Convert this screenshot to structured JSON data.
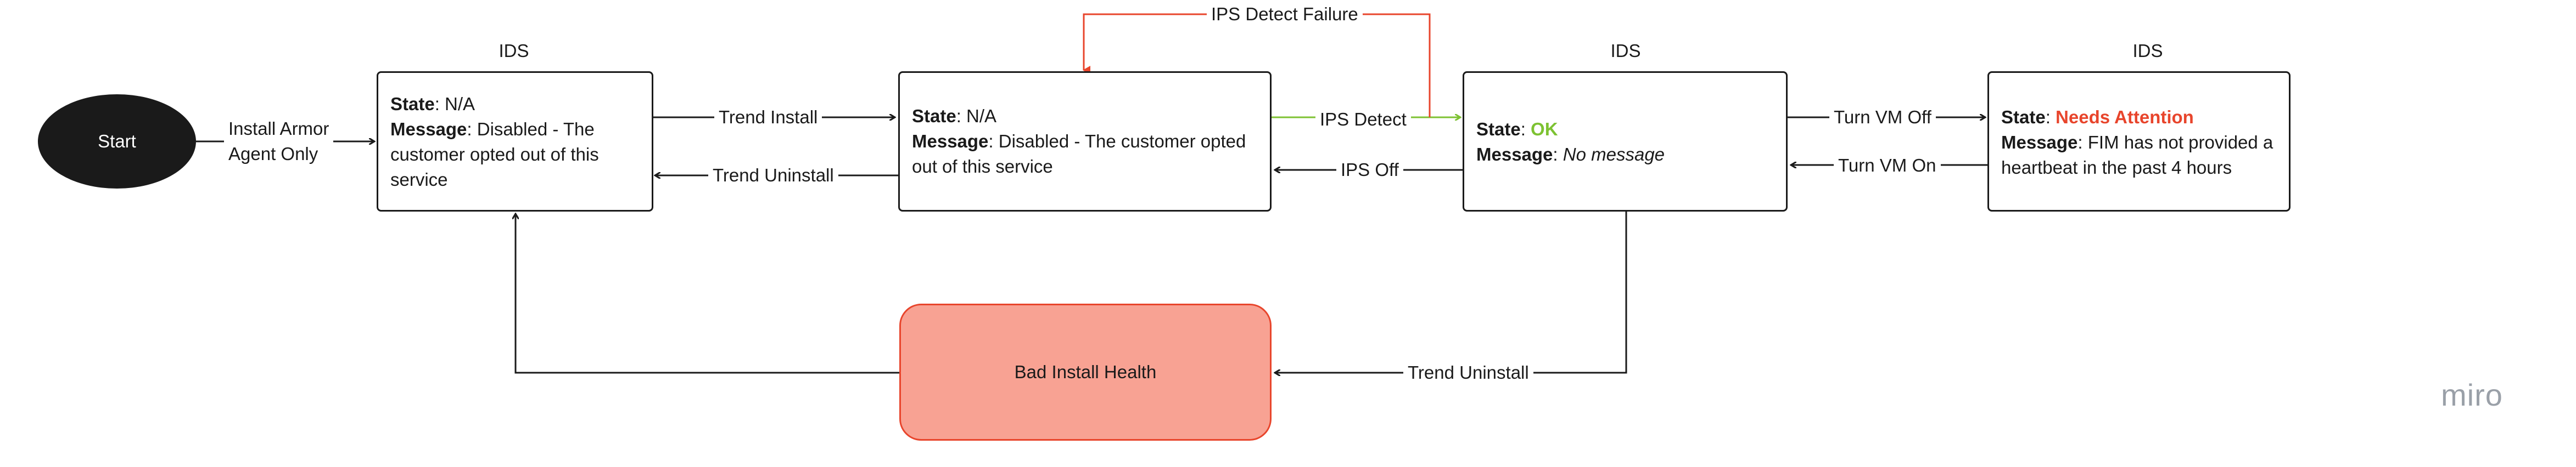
{
  "start": {
    "label": "Start"
  },
  "nodes": {
    "n1": {
      "title": "IDS",
      "state_key": "State",
      "state_value": "N/A",
      "message_key": "Message",
      "message_value": "Disabled - The customer opted out of this service"
    },
    "n2": {
      "title": "",
      "state_key": "State",
      "state_value": "N/A",
      "message_key": "Message",
      "message_value": "Disabled - The customer opted out of this service"
    },
    "n3": {
      "title": "IDS",
      "state_key": "State",
      "state_value": "OK",
      "message_key": "Message",
      "message_value": "No message"
    },
    "n4": {
      "title": "IDS",
      "state_key": "State",
      "state_value": "Needs Attention",
      "message_key": "Message",
      "message_value": "FIM has not provided a heartbeat in the past 4 hours"
    }
  },
  "bad_install": {
    "label": "Bad Install Health"
  },
  "edges": {
    "install_armor": {
      "line1": "Install Armor",
      "line2": "Agent Only"
    },
    "trend_install": "Trend Install",
    "trend_uninstall_top": "Trend Uninstall",
    "ips_detect": "IPS Detect",
    "ips_off": "IPS Off",
    "ips_detect_failure": "IPS Detect Failure",
    "turn_vm_off": "Turn VM Off",
    "turn_vm_on": "Turn VM On",
    "trend_uninstall_bottom": "Trend Uninstall"
  },
  "colors": {
    "ok": "#7dc232",
    "needs_attention": "#e8452c",
    "failure_edge": "#e8452c",
    "detect_edge": "#7dc232"
  },
  "logo": "miro"
}
